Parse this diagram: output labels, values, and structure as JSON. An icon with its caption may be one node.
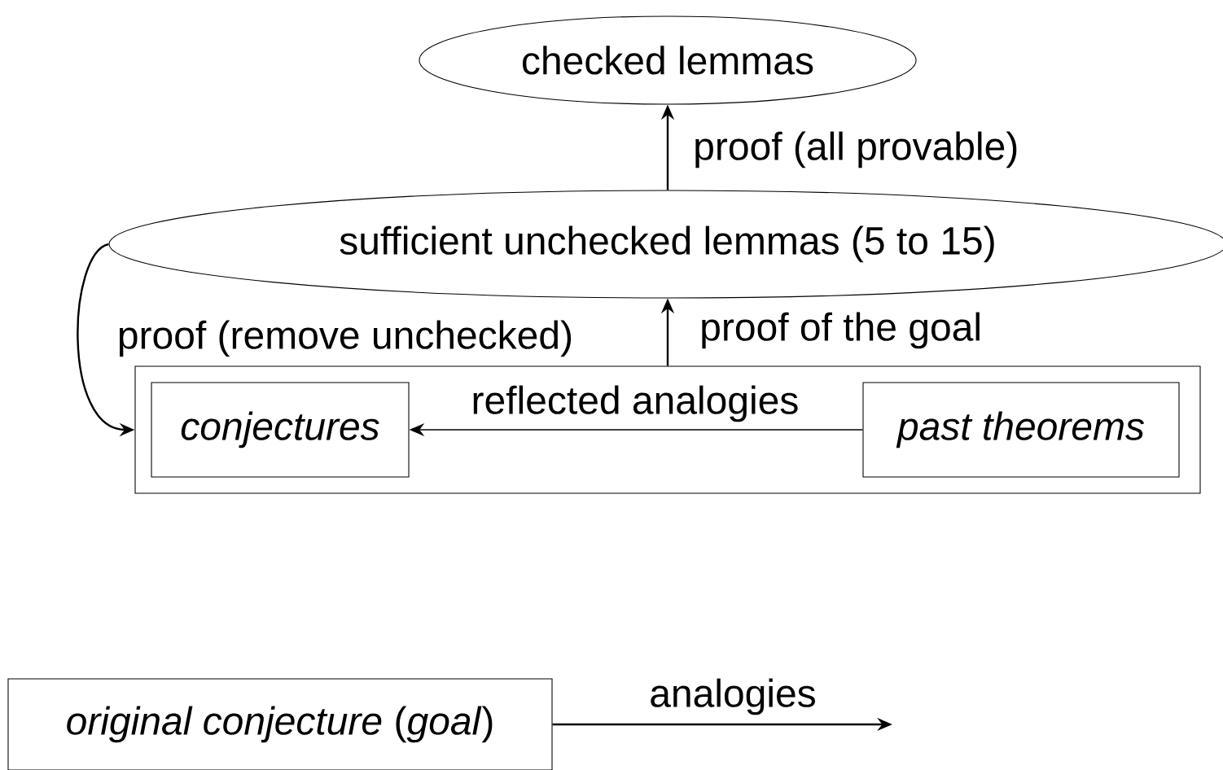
{
  "diagram": {
    "nodes": [
      {
        "text": [
          "checked lemmas"
        ]
      },
      {
        "text": [
          "sufficient unchecked lemmas (5 to 15)"
        ]
      },
      {
        "text": [],
        "shape": "box"
      },
      {
        "text": [
          "*conjectures*"
        ],
        "in": 2
      },
      {
        "text": [
          "*past theorems*"
        ],
        "in": 2
      },
      {
        "text": [
          "*original conjecture* (*goal*)"
        ]
      }
    ],
    "edges": [
      {
        "from": 1,
        "to": 0,
        "arrow": "to",
        "label": "proof (all provable)"
      },
      {
        "from": 2,
        "to": 1,
        "arrow": "to",
        "label": "proof of the goal"
      },
      {
        "from": 1,
        "to": 2,
        "arrow": "to",
        "label": "proof (remove unchecked)"
      },
      {
        "from": 4,
        "to": 3,
        "arrow": "to",
        "label": "reflected analogies"
      },
      {
        "from": 5,
        "to": null,
        "arrow": "to",
        "label": "analogies"
      }
    ]
  }
}
